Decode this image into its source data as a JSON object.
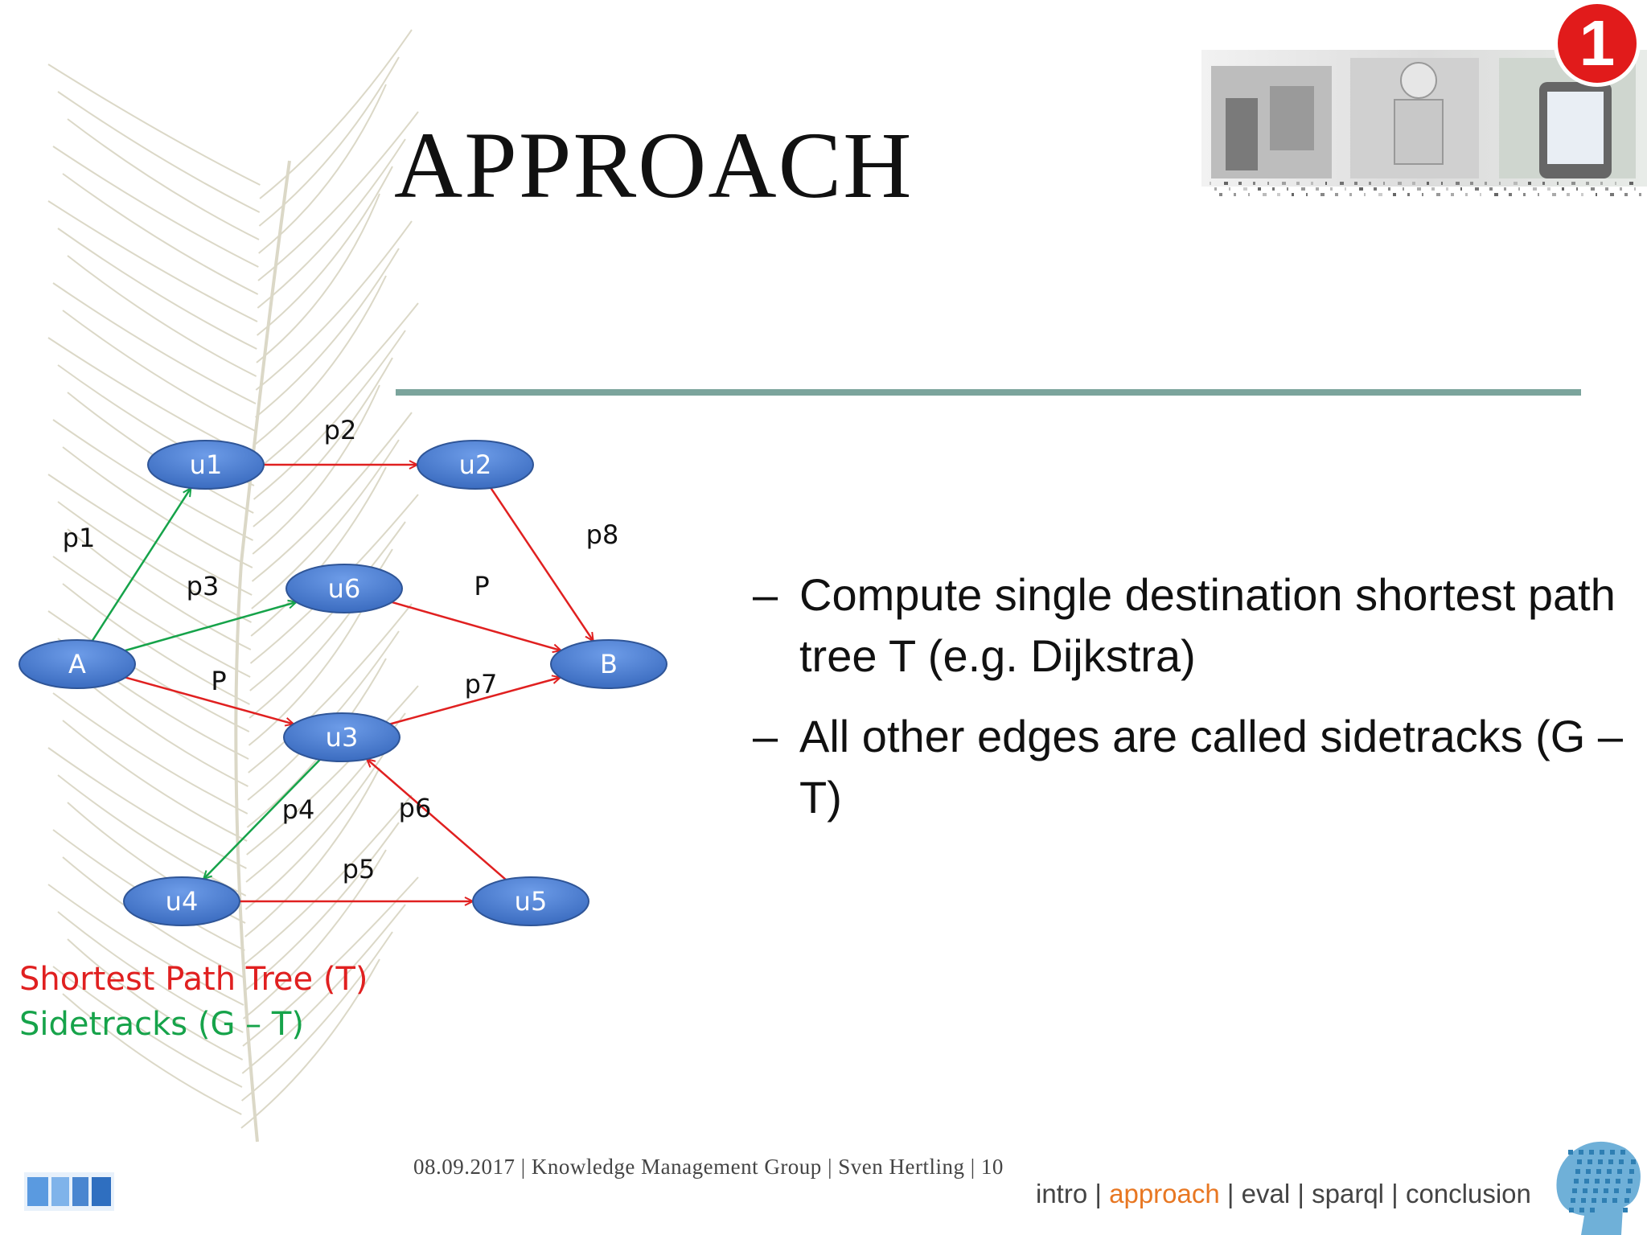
{
  "slide": {
    "title": "APPROACH",
    "badge": "1",
    "bullets": [
      "Compute single destination shortest path tree T (e.g. Dijkstra)",
      "All other edges are called sidetracks (G – T)"
    ],
    "bullet_marker": "–",
    "legend": {
      "tree": "Shortest Path Tree (T)",
      "sidetracks": "Sidetracks (G – T)"
    },
    "footer": {
      "date": "08.09.2017",
      "group": "Knowledge Management Group",
      "author": "Sven Hertling",
      "page": "10",
      "separator": "|"
    },
    "nav": {
      "items": [
        "intro",
        "approach",
        "eval",
        "sparql",
        "conclusion"
      ],
      "active": "approach",
      "separator": " | "
    }
  },
  "diagram": {
    "nodes": [
      {
        "id": "u1",
        "label": "u1"
      },
      {
        "id": "u2",
        "label": "u2"
      },
      {
        "id": "u6",
        "label": "u6"
      },
      {
        "id": "A",
        "label": "A"
      },
      {
        "id": "B",
        "label": "B"
      },
      {
        "id": "u3",
        "label": "u3"
      },
      {
        "id": "u4",
        "label": "u4"
      },
      {
        "id": "u5",
        "label": "u5"
      }
    ],
    "edges": [
      {
        "from": "A",
        "to": "u1",
        "label": "p1",
        "kind": "sidetrack"
      },
      {
        "from": "u1",
        "to": "u2",
        "label": "p2",
        "kind": "tree"
      },
      {
        "from": "A",
        "to": "u6",
        "label": "p3",
        "kind": "sidetrack"
      },
      {
        "from": "u2",
        "to": "B",
        "label": "p8",
        "kind": "tree"
      },
      {
        "from": "u6",
        "to": "B",
        "label": "P",
        "kind": "tree"
      },
      {
        "from": "A",
        "to": "u3",
        "label": "P",
        "kind": "tree"
      },
      {
        "from": "u3",
        "to": "B",
        "label": "p7",
        "kind": "tree"
      },
      {
        "from": "u3",
        "to": "u4",
        "label": "p4",
        "kind": "sidetrack"
      },
      {
        "from": "u5",
        "to": "u3",
        "label": "p6",
        "kind": "tree"
      },
      {
        "from": "u4",
        "to": "u5",
        "label": "p5",
        "kind": "tree"
      }
    ],
    "colors": {
      "tree": "#e02020",
      "sidetrack": "#16a34a",
      "node_fill": "#4a7fd4",
      "node_stroke": "#2f5597",
      "rule": "#7ba49c",
      "nav_active": "#e87722",
      "badge": "#e11b1b"
    }
  }
}
